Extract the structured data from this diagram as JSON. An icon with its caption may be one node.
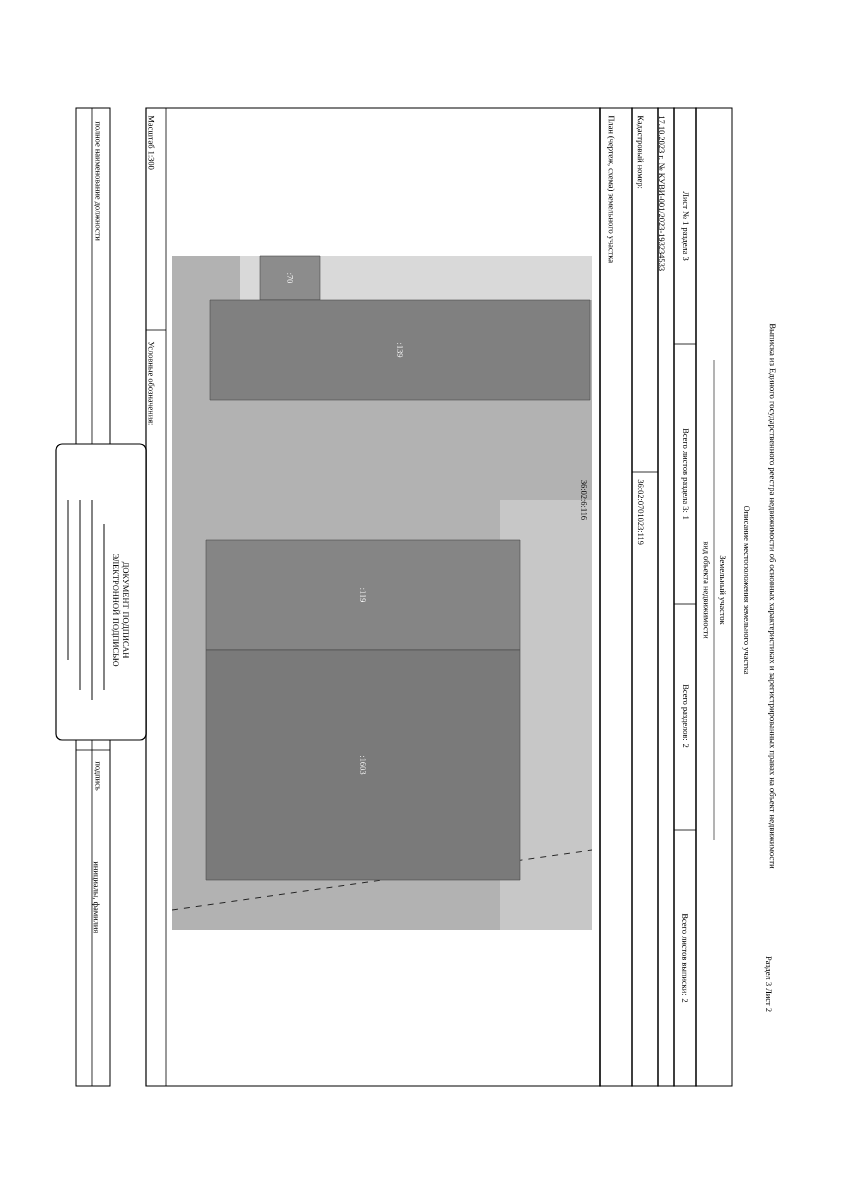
{
  "diagram": {
    "title": "Выписка из Единого государственного реестра недвижимости об основных характеристиках и зарегистрированных правах на объект недвижимости",
    "nodes": [
      {
        "text": [
          ":70"
        ]
      },
      {
        "text": [
          ":139"
        ]
      },
      {
        "text": [
          ":119"
        ]
      },
      {
        "text": [
          ":1603"
        ]
      },
      {
        "text": [
          "ДОКУМЕНТ ПОДПИСАН ЭЛЕКТРОННОЙ ПОДПИСЬЮ"
        ]
      }
    ],
    "labels": [
      "Раздел 3 Лист 2",
      "Описание местоположения земельного участка",
      "Земельный участок",
      "вид объекта недвижимости",
      "Лист № 1 раздела 3",
      "Всего листов раздела 3: 1",
      "Всего разделов: 2",
      "Всего листов выписки: 2",
      "17.10.2023 г. № КУВИ-001/2023-193234533",
      "Кадастровый номер:",
      "36:02:0701023:119",
      "План (чертеж, схема) земельного участка",
      "36:02:6:116",
      "Масштаб 1:300",
      "Условные обозначения:",
      "полное наименование должности",
      "подпись",
      "инициалы, фамилия"
    ]
  }
}
